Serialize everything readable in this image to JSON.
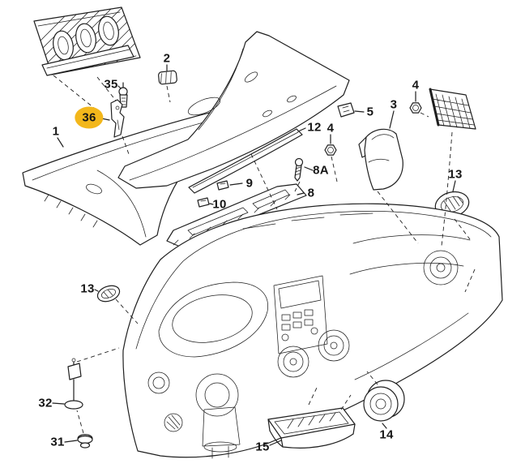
{
  "diagram": {
    "description": "Exploded parts diagram of a vehicle dashboard / cowl assembly with numbered callouts",
    "colors": {
      "background": "#ffffff",
      "line": "#1f1f1f",
      "highlight": "#f3b71b"
    },
    "labels": [
      {
        "id": "1",
        "text": "1",
        "highlighted": false
      },
      {
        "id": "2",
        "text": "2",
        "highlighted": false
      },
      {
        "id": "3",
        "text": "3",
        "highlighted": false
      },
      {
        "id": "4-right",
        "text": "4",
        "highlighted": false
      },
      {
        "id": "4-mid",
        "text": "4",
        "highlighted": false
      },
      {
        "id": "5",
        "text": "5",
        "highlighted": false
      },
      {
        "id": "8",
        "text": "8",
        "highlighted": false
      },
      {
        "id": "8A",
        "text": "8A",
        "highlighted": false
      },
      {
        "id": "9",
        "text": "9",
        "highlighted": false
      },
      {
        "id": "10",
        "text": "10",
        "highlighted": false
      },
      {
        "id": "12",
        "text": "12",
        "highlighted": false
      },
      {
        "id": "13-right",
        "text": "13",
        "highlighted": false
      },
      {
        "id": "13-left",
        "text": "13",
        "highlighted": false
      },
      {
        "id": "14",
        "text": "14",
        "highlighted": false
      },
      {
        "id": "15",
        "text": "15",
        "highlighted": false
      },
      {
        "id": "31",
        "text": "31",
        "highlighted": false
      },
      {
        "id": "32",
        "text": "32",
        "highlighted": false
      },
      {
        "id": "35",
        "text": "35",
        "highlighted": false
      },
      {
        "id": "36",
        "text": "36",
        "highlighted": true
      }
    ]
  }
}
